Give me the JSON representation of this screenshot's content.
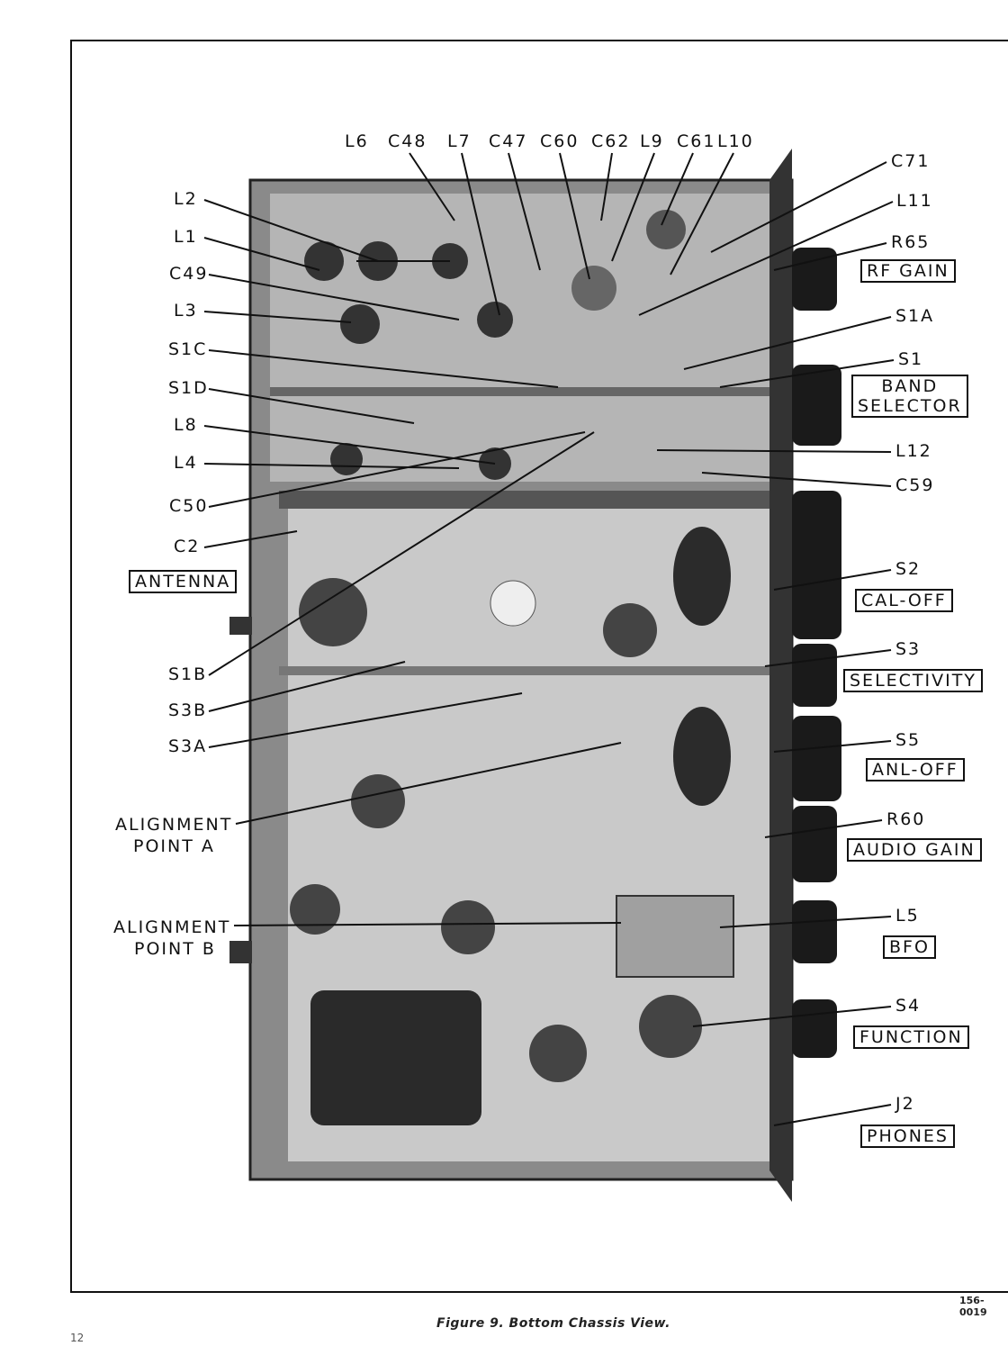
{
  "figure": {
    "caption": "Figure 9.  Bottom Chassis View.",
    "figure_number": "156-0019",
    "page_number": "12"
  },
  "top_labels": [
    "L6",
    "C48",
    "L7",
    "C47",
    "C60",
    "C62",
    "L9",
    "C61",
    "L10"
  ],
  "left_labels": [
    "L2",
    "L1",
    "C49",
    "L3",
    "S1C",
    "S1D",
    "L8",
    "L4",
    "C50",
    "C2",
    "S1B",
    "S3B",
    "S3A"
  ],
  "left_boxed": [
    "ANTENNA"
  ],
  "alignment": {
    "a_line1": "ALIGNMENT",
    "a_line2": "POINT A",
    "b_line1": "ALIGNMENT",
    "b_line2": "POINT B"
  },
  "right_labels": [
    "C71",
    "L11",
    "R65",
    "S1A",
    "S1",
    "L12",
    "C59",
    "S2",
    "S3",
    "S5",
    "R60",
    "L5",
    "S4",
    "J2"
  ],
  "right_boxed": [
    "RF GAIN",
    "BAND\nSELECTOR",
    "CAL-OFF",
    "SELECTIVITY",
    "ANL-OFF",
    "AUDIO GAIN",
    "BFO",
    "FUNCTION",
    "PHONES"
  ]
}
